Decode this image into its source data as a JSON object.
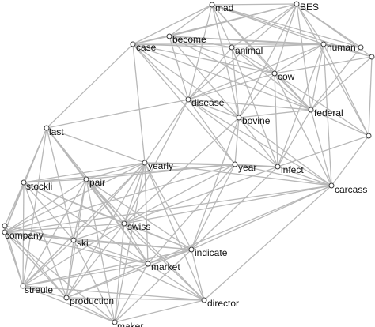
{
  "graph": {
    "nodes": [
      {
        "id": "mad",
        "label": "mad"
      },
      {
        "id": "bes",
        "label": "BES"
      },
      {
        "id": "case",
        "label": "case"
      },
      {
        "id": "become",
        "label": "become"
      },
      {
        "id": "animal",
        "label": "animal"
      },
      {
        "id": "human",
        "label": "human"
      },
      {
        "id": "cow",
        "label": "cow"
      },
      {
        "id": "disease",
        "label": "disease"
      },
      {
        "id": "federal",
        "label": "federal"
      },
      {
        "id": "bovine",
        "label": "bovine"
      },
      {
        "id": "last",
        "label": "last"
      },
      {
        "id": "yearly",
        "label": "yearly"
      },
      {
        "id": "year",
        "label": "year"
      },
      {
        "id": "infect",
        "label": "infect"
      },
      {
        "id": "stockli",
        "label": "stockli"
      },
      {
        "id": "pair",
        "label": "pair"
      },
      {
        "id": "carcass",
        "label": "carcass"
      },
      {
        "id": "swiss",
        "label": "swiss"
      },
      {
        "id": "company",
        "label": "company"
      },
      {
        "id": "ski",
        "label": "ski"
      },
      {
        "id": "indicate",
        "label": "indicate"
      },
      {
        "id": "market",
        "label": "market"
      },
      {
        "id": "streule",
        "label": "streule"
      },
      {
        "id": "production",
        "label": "production"
      },
      {
        "id": "director",
        "label": "director"
      },
      {
        "id": "maker",
        "label": "maker"
      },
      {
        "id": "top_edge",
        "label": ""
      },
      {
        "id": "right_top",
        "label": ""
      },
      {
        "id": "right_mid",
        "label": ""
      },
      {
        "id": "left_edge",
        "label": ""
      }
    ],
    "edges": [
      [
        "mad",
        "bes"
      ],
      [
        "mad",
        "case"
      ],
      [
        "mad",
        "become"
      ],
      [
        "mad",
        "animal"
      ],
      [
        "mad",
        "human"
      ],
      [
        "mad",
        "cow"
      ],
      [
        "mad",
        "disease"
      ],
      [
        "mad",
        "federal"
      ],
      [
        "mad",
        "bovine"
      ],
      [
        "mad",
        "top_edge"
      ],
      [
        "mad",
        "right_top"
      ],
      [
        "bes",
        "case"
      ],
      [
        "bes",
        "become"
      ],
      [
        "bes",
        "animal"
      ],
      [
        "bes",
        "human"
      ],
      [
        "bes",
        "cow"
      ],
      [
        "bes",
        "disease"
      ],
      [
        "bes",
        "federal"
      ],
      [
        "bes",
        "bovine"
      ],
      [
        "bes",
        "right_top"
      ],
      [
        "bes",
        "top_edge"
      ],
      [
        "bes",
        "right_mid"
      ],
      [
        "case",
        "become"
      ],
      [
        "case",
        "animal"
      ],
      [
        "case",
        "human"
      ],
      [
        "case",
        "cow"
      ],
      [
        "case",
        "disease"
      ],
      [
        "case",
        "federal"
      ],
      [
        "case",
        "bovine"
      ],
      [
        "case",
        "year"
      ],
      [
        "case",
        "yearly"
      ],
      [
        "become",
        "animal"
      ],
      [
        "become",
        "human"
      ],
      [
        "become",
        "cow"
      ],
      [
        "become",
        "disease"
      ],
      [
        "become",
        "federal"
      ],
      [
        "become",
        "bovine"
      ],
      [
        "become",
        "top_edge"
      ],
      [
        "animal",
        "human"
      ],
      [
        "animal",
        "cow"
      ],
      [
        "animal",
        "disease"
      ],
      [
        "animal",
        "federal"
      ],
      [
        "animal",
        "bovine"
      ],
      [
        "animal",
        "infect"
      ],
      [
        "human",
        "cow"
      ],
      [
        "human",
        "disease"
      ],
      [
        "human",
        "federal"
      ],
      [
        "human",
        "right_top"
      ],
      [
        "human",
        "right_mid"
      ],
      [
        "human",
        "infect"
      ],
      [
        "human",
        "carcass"
      ],
      [
        "cow",
        "disease"
      ],
      [
        "cow",
        "federal"
      ],
      [
        "cow",
        "bovine"
      ],
      [
        "cow",
        "right_mid"
      ],
      [
        "cow",
        "infect"
      ],
      [
        "cow",
        "carcass"
      ],
      [
        "cow",
        "right_top"
      ],
      [
        "disease",
        "federal"
      ],
      [
        "disease",
        "bovine"
      ],
      [
        "disease",
        "infect"
      ],
      [
        "disease",
        "year"
      ],
      [
        "disease",
        "yearly"
      ],
      [
        "disease",
        "last"
      ],
      [
        "disease",
        "swiss"
      ],
      [
        "disease",
        "carcass"
      ],
      [
        "federal",
        "bovine"
      ],
      [
        "federal",
        "infect"
      ],
      [
        "federal",
        "carcass"
      ],
      [
        "federal",
        "right_mid"
      ],
      [
        "federal",
        "right_top"
      ],
      [
        "bovine",
        "infect"
      ],
      [
        "bovine",
        "year"
      ],
      [
        "bovine",
        "carcass"
      ],
      [
        "bovine",
        "indicate"
      ],
      [
        "bovine",
        "swiss"
      ],
      [
        "top_edge",
        "federal"
      ],
      [
        "top_edge",
        "human"
      ],
      [
        "right_top",
        "right_mid"
      ],
      [
        "right_mid",
        "carcass"
      ],
      [
        "right_mid",
        "infect"
      ],
      [
        "last",
        "yearly"
      ],
      [
        "last",
        "stockli"
      ],
      [
        "last",
        "pair"
      ],
      [
        "last",
        "company"
      ],
      [
        "last",
        "swiss"
      ],
      [
        "last",
        "ski"
      ],
      [
        "last",
        "case"
      ],
      [
        "last",
        "market"
      ],
      [
        "last",
        "streule"
      ],
      [
        "yearly",
        "year"
      ],
      [
        "yearly",
        "infect"
      ],
      [
        "yearly",
        "stockli"
      ],
      [
        "yearly",
        "pair"
      ],
      [
        "yearly",
        "swiss"
      ],
      [
        "yearly",
        "company"
      ],
      [
        "yearly",
        "ski"
      ],
      [
        "yearly",
        "indicate"
      ],
      [
        "yearly",
        "market"
      ],
      [
        "yearly",
        "streule"
      ],
      [
        "yearly",
        "production"
      ],
      [
        "yearly",
        "carcass"
      ],
      [
        "yearly",
        "director"
      ],
      [
        "yearly",
        "maker"
      ],
      [
        "year",
        "infect"
      ],
      [
        "year",
        "pair"
      ],
      [
        "year",
        "stockli"
      ],
      [
        "year",
        "swiss"
      ],
      [
        "year",
        "carcass"
      ],
      [
        "year",
        "indicate"
      ],
      [
        "year",
        "market"
      ],
      [
        "year",
        "company"
      ],
      [
        "infect",
        "carcass"
      ],
      [
        "infect",
        "swiss"
      ],
      [
        "infect",
        "indicate"
      ],
      [
        "stockli",
        "pair"
      ],
      [
        "stockli",
        "company"
      ],
      [
        "stockli",
        "swiss"
      ],
      [
        "stockli",
        "ski"
      ],
      [
        "stockli",
        "indicate"
      ],
      [
        "stockli",
        "market"
      ],
      [
        "stockli",
        "streule"
      ],
      [
        "stockli",
        "production"
      ],
      [
        "stockli",
        "left_edge"
      ],
      [
        "pair",
        "swiss"
      ],
      [
        "pair",
        "company"
      ],
      [
        "pair",
        "ski"
      ],
      [
        "pair",
        "indicate"
      ],
      [
        "pair",
        "market"
      ],
      [
        "pair",
        "streule"
      ],
      [
        "pair",
        "production"
      ],
      [
        "pair",
        "director"
      ],
      [
        "pair",
        "maker"
      ],
      [
        "carcass",
        "swiss"
      ],
      [
        "carcass",
        "indicate"
      ],
      [
        "carcass",
        "director"
      ],
      [
        "carcass",
        "market"
      ],
      [
        "carcass",
        "company"
      ],
      [
        "swiss",
        "company"
      ],
      [
        "swiss",
        "ski"
      ],
      [
        "swiss",
        "indicate"
      ],
      [
        "swiss",
        "market"
      ],
      [
        "swiss",
        "streule"
      ],
      [
        "swiss",
        "production"
      ],
      [
        "swiss",
        "director"
      ],
      [
        "swiss",
        "maker"
      ],
      [
        "company",
        "ski"
      ],
      [
        "company",
        "indicate"
      ],
      [
        "company",
        "market"
      ],
      [
        "company",
        "streule"
      ],
      [
        "company",
        "production"
      ],
      [
        "company",
        "maker"
      ],
      [
        "company",
        "left_edge"
      ],
      [
        "ski",
        "indicate"
      ],
      [
        "ski",
        "market"
      ],
      [
        "ski",
        "streule"
      ],
      [
        "ski",
        "production"
      ],
      [
        "ski",
        "director"
      ],
      [
        "ski",
        "maker"
      ],
      [
        "ski",
        "left_edge"
      ],
      [
        "indicate",
        "market"
      ],
      [
        "indicate",
        "streule"
      ],
      [
        "indicate",
        "production"
      ],
      [
        "indicate",
        "director"
      ],
      [
        "indicate",
        "maker"
      ],
      [
        "market",
        "streule"
      ],
      [
        "market",
        "production"
      ],
      [
        "market",
        "director"
      ],
      [
        "market",
        "maker"
      ],
      [
        "streule",
        "production"
      ],
      [
        "streule",
        "director"
      ],
      [
        "streule",
        "maker"
      ],
      [
        "streule",
        "left_edge"
      ],
      [
        "production",
        "director"
      ],
      [
        "production",
        "maker"
      ],
      [
        "director",
        "maker"
      ],
      [
        "left_edge",
        "production"
      ]
    ]
  }
}
